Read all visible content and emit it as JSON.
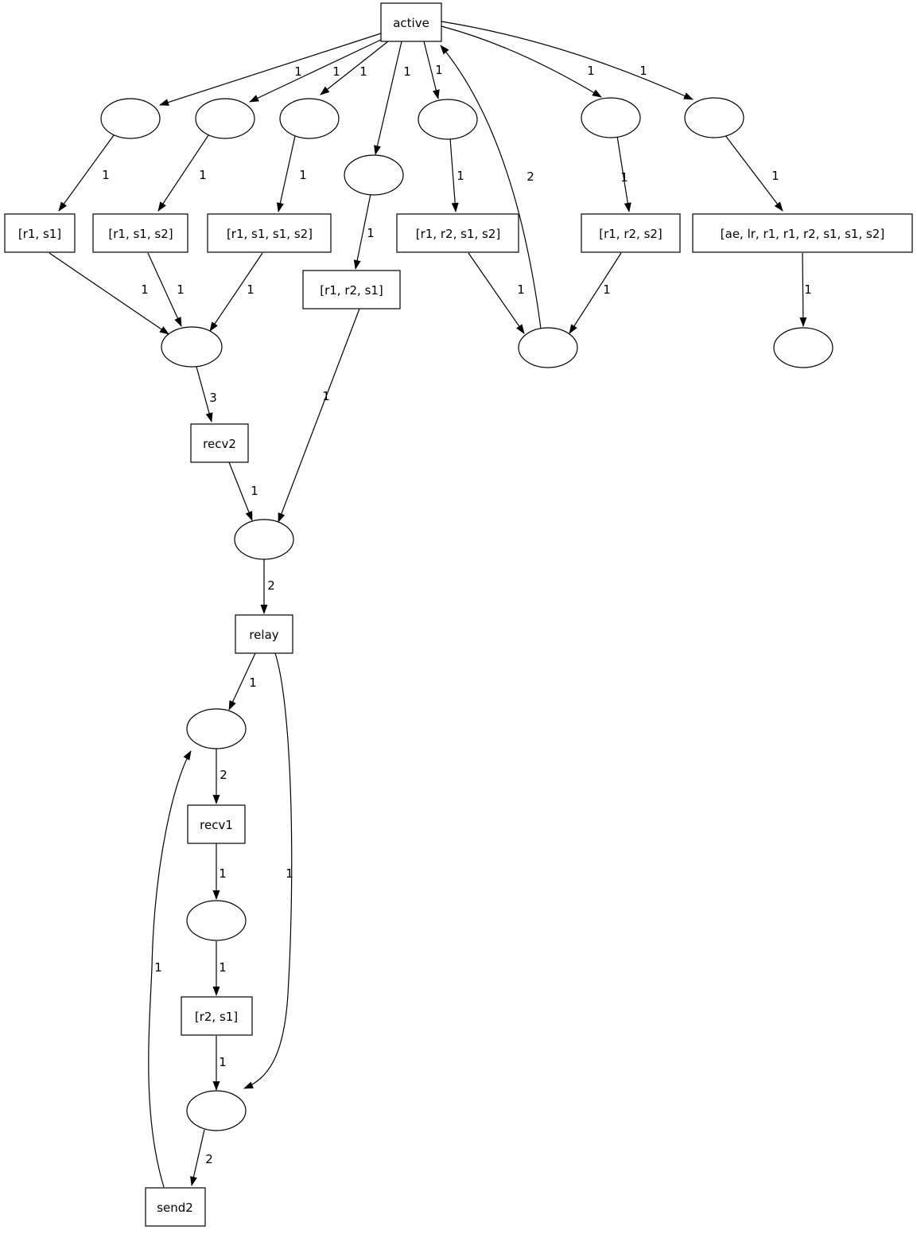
{
  "diagram": {
    "type": "petri-net-graph",
    "background_color": "#ffffff",
    "stroke_color": "#000000",
    "nodes": {
      "active": "active",
      "t_r1_s1": "[r1, s1]",
      "t_r1_s1_s2": "[r1, s1, s2]",
      "t_r1_s1_s1_s2": "[r1, s1, s1, s2]",
      "t_r1_r2_s1": "[r1, r2, s1]",
      "t_r1_r2_s1_s2": "[r1, r2, s1, s2]",
      "t_r1_r2_s2": "[r1, r2, s2]",
      "t_ae_lr_r1_r1_r2_s1_s1_s2": "[ae, lr, r1, r1, r2, s1, s1, s2]",
      "recv2": "recv2",
      "relay": "relay",
      "recv1": "recv1",
      "t_r2_s1": "[r2, s1]",
      "send2": "send2"
    },
    "places": [
      "p1",
      "p2",
      "p3",
      "p4",
      "p5",
      "p6",
      "p7",
      "p8",
      "p9",
      "p10",
      "p11",
      "p12",
      "p13",
      "p14"
    ]
  },
  "edges": [
    {
      "from": "active",
      "to": "p1",
      "label": "1"
    },
    {
      "from": "active",
      "to": "p2",
      "label": "1"
    },
    {
      "from": "active",
      "to": "p3",
      "label": "1"
    },
    {
      "from": "active",
      "to": "p4",
      "label": "1"
    },
    {
      "from": "active",
      "to": "p5",
      "label": "1"
    },
    {
      "from": "active",
      "to": "p6",
      "label": "1"
    },
    {
      "from": "active",
      "to": "p7",
      "label": "1"
    },
    {
      "from": "p8",
      "to": "active",
      "label": "2"
    },
    {
      "from": "p1",
      "to": "t_r1_s1",
      "label": "1"
    },
    {
      "from": "p2",
      "to": "t_r1_s1_s2",
      "label": "1"
    },
    {
      "from": "p3",
      "to": "t_r1_s1_s1_s2",
      "label": "1"
    },
    {
      "from": "p4",
      "to": "t_r1_r2_s1",
      "label": "1"
    },
    {
      "from": "p5",
      "to": "t_r1_r2_s1_s2",
      "label": "1"
    },
    {
      "from": "p6",
      "to": "t_r1_r2_s2",
      "label": "1"
    },
    {
      "from": "p7",
      "to": "t_ae_lr_r1_r1_r2_s1_s1_s2",
      "label": "1"
    },
    {
      "from": "t_r1_s1",
      "to": "p10",
      "label": "1"
    },
    {
      "from": "t_r1_s1_s2",
      "to": "p10",
      "label": "1"
    },
    {
      "from": "t_r1_s1_s1_s2",
      "to": "p10",
      "label": "1"
    },
    {
      "from": "t_r1_r2_s1_s2",
      "to": "p8",
      "label": "1"
    },
    {
      "from": "t_r1_r2_s2",
      "to": "p8",
      "label": "1"
    },
    {
      "from": "t_ae_lr_r1_r1_r2_s1_s1_s2",
      "to": "p9",
      "label": "1"
    },
    {
      "from": "t_r1_r2_s1",
      "to": "p11",
      "label": "1"
    },
    {
      "from": "p10",
      "to": "recv2",
      "label": "3"
    },
    {
      "from": "recv2",
      "to": "p11",
      "label": "1"
    },
    {
      "from": "p11",
      "to": "relay",
      "label": "2"
    },
    {
      "from": "relay",
      "to": "p12",
      "label": "1"
    },
    {
      "from": "relay",
      "to": "p14",
      "label": "1"
    },
    {
      "from": "p12",
      "to": "recv1",
      "label": "2"
    },
    {
      "from": "recv1",
      "to": "p13",
      "label": "1"
    },
    {
      "from": "p13",
      "to": "t_r2_s1",
      "label": "1"
    },
    {
      "from": "t_r2_s1",
      "to": "p14",
      "label": "1"
    },
    {
      "from": "p14",
      "to": "send2",
      "label": "2"
    },
    {
      "from": "send2",
      "to": "p12",
      "label": "1"
    }
  ]
}
